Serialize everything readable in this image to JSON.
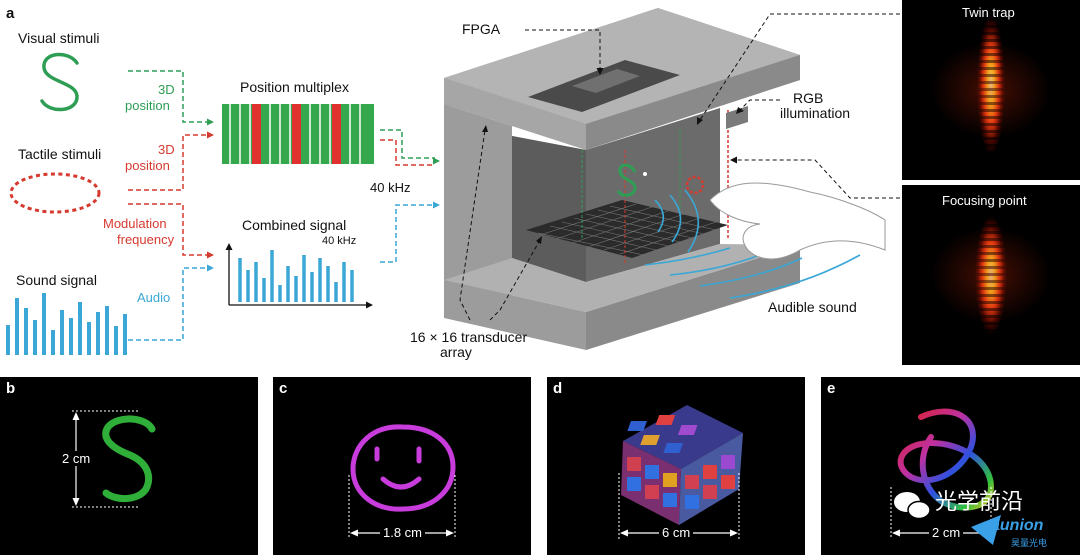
{
  "panel_a": {
    "letter": "a",
    "visual_stimuli": "Visual stimuli",
    "tactile_stimuli": "Tactile stimuli",
    "sound_signal": "Sound signal",
    "position_green_1": "3D",
    "position_green_2": "position",
    "position_red_1": "3D",
    "position_red_2": "position",
    "modulation_1": "Modulation",
    "modulation_2": "frequency",
    "audio": "Audio",
    "position_multiplex": "Position multiplex",
    "combined_signal": "Combined signal",
    "khz_small": "40 kHz",
    "khz_main": "40 kHz",
    "fpga": "FPGA",
    "rgb_1": "RGB",
    "rgb_2": "illumination",
    "transducer_1": "16 × 16 transducer",
    "transducer_2": "array",
    "audible_sound": "Audible sound",
    "twin_trap": "Twin trap",
    "focusing_point": "Focusing point"
  },
  "panel_b": {
    "letter": "b",
    "scale": "2 cm"
  },
  "panel_c": {
    "letter": "c",
    "scale": "1.8 cm"
  },
  "panel_d": {
    "letter": "d",
    "scale": "6 cm"
  },
  "panel_e": {
    "letter": "e",
    "scale": "2 cm"
  },
  "watermark": {
    "text": "光学前沿",
    "brand": "aunion",
    "brand_sub": "昊量光电"
  },
  "colors": {
    "visual": "#2f9e55",
    "tactile": "#d63a2f",
    "audio": "#3aa7d6"
  }
}
